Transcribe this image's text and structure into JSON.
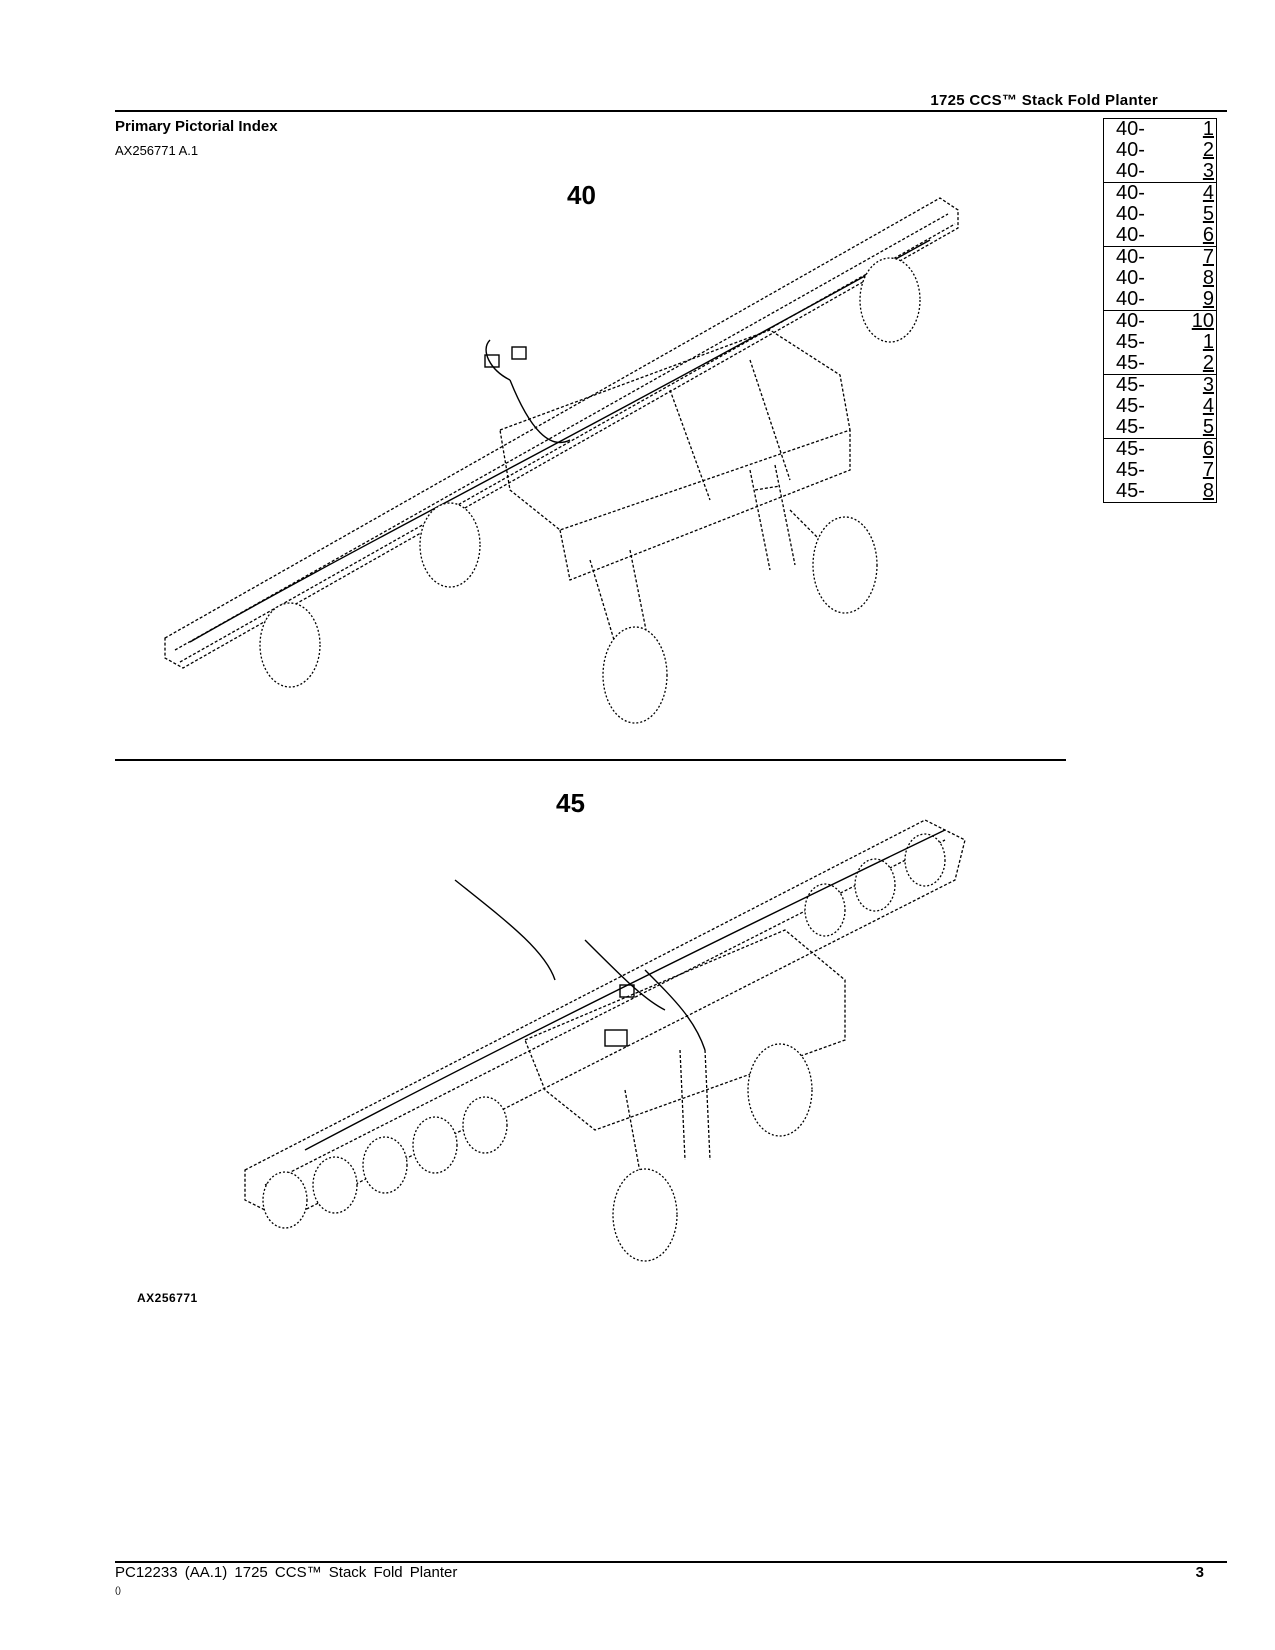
{
  "header": {
    "title": "1725 CCS™ Stack Fold Planter"
  },
  "section": {
    "title": "Primary Pictorial Index",
    "figure_code": "AX256771 A.1"
  },
  "index_groups": [
    [
      {
        "prefix": "40-",
        "num": "1"
      },
      {
        "prefix": "40-",
        "num": "2"
      },
      {
        "prefix": "40-",
        "num": "3"
      }
    ],
    [
      {
        "prefix": "40-",
        "num": "4"
      },
      {
        "prefix": "40-",
        "num": "5"
      },
      {
        "prefix": "40-",
        "num": "6"
      }
    ],
    [
      {
        "prefix": "40-",
        "num": "7"
      },
      {
        "prefix": "40-",
        "num": "8"
      },
      {
        "prefix": "40-",
        "num": "9"
      }
    ],
    [
      {
        "prefix": "40-",
        "num": "10"
      },
      {
        "prefix": "45-",
        "num": "1"
      },
      {
        "prefix": "45-",
        "num": "2"
      }
    ],
    [
      {
        "prefix": "45-",
        "num": "3"
      },
      {
        "prefix": "45-",
        "num": "4"
      },
      {
        "prefix": "45-",
        "num": "5"
      }
    ],
    [
      {
        "prefix": "45-",
        "num": "6"
      },
      {
        "prefix": "45-",
        "num": "7"
      },
      {
        "prefix": "45-",
        "num": "8"
      }
    ]
  ],
  "figures": [
    {
      "label": "40"
    },
    {
      "label": "45"
    }
  ],
  "illustration_code": "AX256771",
  "footer": {
    "text": "PC12233 (AA.1) 1725 CCS™ Stack Fold Planter",
    "sub": "()",
    "page_number": "3"
  }
}
